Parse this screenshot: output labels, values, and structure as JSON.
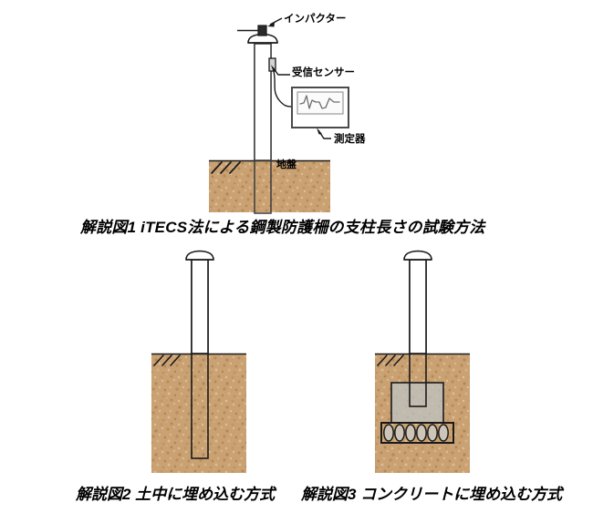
{
  "document": {
    "title": "iTECS法による鋼製防護柵の支柱長さの試験方法",
    "language": "ja"
  },
  "figures": [
    {
      "id": "fig1",
      "caption_number": "解説図1",
      "caption_text": "iTECS法による鋼製防護柵の支柱長さの試験方法",
      "caption_full": "解説図1  iTECS法による鋼製防護柵の支柱長さの試験方法",
      "annotations": [
        {
          "name": "impactor",
          "label": "インパクター",
          "points_to": "post-top-striker"
        },
        {
          "name": "receiving-sensor",
          "label": "受信センサー",
          "points_to": "sensor-on-post"
        },
        {
          "name": "measuring-instrument",
          "label": "測定器",
          "points_to": "oscilloscope-box"
        },
        {
          "name": "ground",
          "label": "地盤",
          "points_to": "soil-block"
        }
      ]
    },
    {
      "id": "fig2",
      "caption_number": "解説図2",
      "caption_text": "土中に埋め込む方式",
      "caption_full": "解説図2   土中に埋め込む方式",
      "annotations": []
    },
    {
      "id": "fig3",
      "caption_number": "解説図3",
      "caption_text": "コンクリートに埋め込む方式",
      "caption_full": "解説図3   コンクリートに埋め込む方式",
      "annotations": []
    }
  ],
  "diagram_elements": {
    "post": "steel guard fence post (支柱)",
    "soil_fill": "speckled tan earth",
    "concrete_block": "gray concrete foundation",
    "gravel_course": "row of 6 crushed-stone ellipses",
    "waveform": "oscilloscope trace",
    "gravel_count": 6,
    "hatch_marks": 3
  },
  "colors": {
    "soil": "#c9a173",
    "soil_dark": "#b1864f",
    "soil_light": "#d8b88c",
    "concrete": "#c0bbae",
    "outline": "#1a1a1a",
    "post_fill": "#ffffff",
    "device_fill": "#ffffff",
    "device_border": "#555555",
    "impactor": "#2b2b2b",
    "background": "#ffffff"
  }
}
